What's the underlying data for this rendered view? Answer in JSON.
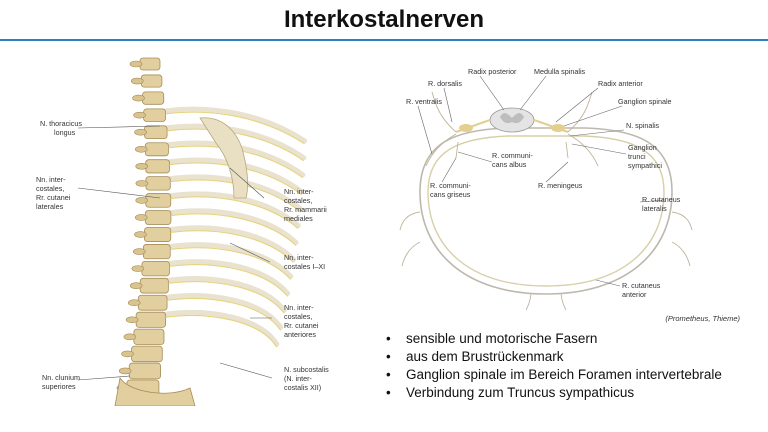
{
  "title": "Interkostalnerven",
  "left_figure": {
    "labels": [
      "N. thoracicus",
      "longus",
      "Nn. inter-",
      "costales,",
      "Rr. cutanei",
      "laterales",
      "Nn. inter-",
      "costales,",
      "Rr. mammarii",
      "mediales",
      "Nn. inter-",
      "costales I–XI",
      "Nn. inter-",
      "costales,",
      "Rr. cutanei",
      "anteriores",
      "N. subcostalis",
      "(N. inter-",
      "costalis XII)",
      "Nn. clunium",
      "superiores"
    ]
  },
  "right_figure": {
    "labels": [
      "Radix posterior",
      "Medulla spinalis",
      "R. dorsalis",
      "Radix anterior",
      "R. ventralis",
      "Ganglion spinale",
      "N. spinalis",
      "R. communi-",
      "cans albus",
      "Ganglion",
      "trunci",
      "sympathici",
      "R. communi-",
      "cans griseus",
      "R. meningeus",
      "R. cutaneus",
      "lateralis",
      "R. cutaneus",
      "anterior"
    ]
  },
  "credit": "(Prometheus, Thieme)",
  "bullets": [
    "sensible und motorische Fasern",
    "aus dem Brustrückenmark",
    "Ganglion spinale im Bereich Foramen intervertebrale",
    "Verbindung zum Truncus sympathicus"
  ]
}
